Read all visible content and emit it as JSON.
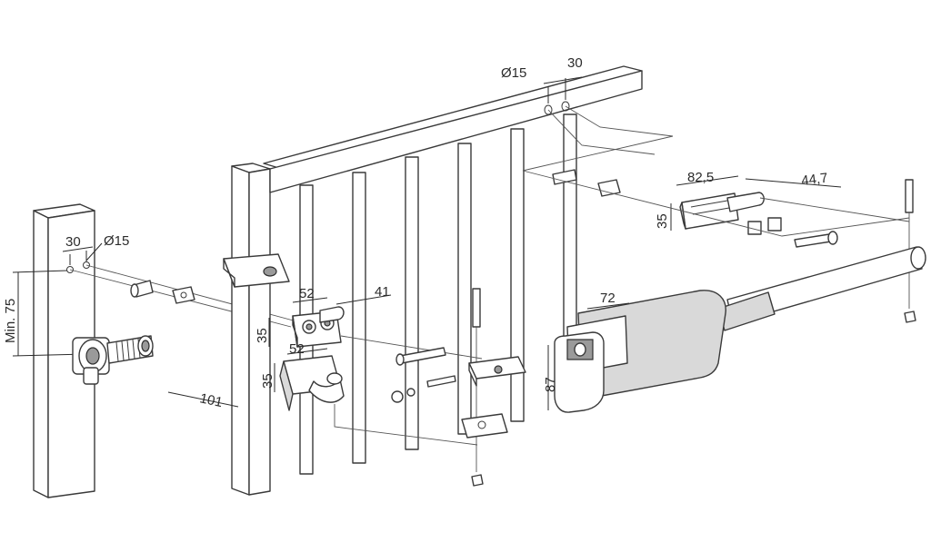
{
  "dimensions": {
    "post_hole_spacing": "30",
    "post_hole_diameter": "Ø15",
    "post_min_height": "Min. 75",
    "top_hole_diameter": "Ø15",
    "top_hole_spacing": "30",
    "upper_bracket_width": "52",
    "upper_bracket_depth": "41",
    "upper_bracket_height": "35",
    "lower_bracket_width": "52",
    "lower_bracket_height": "35",
    "lower_bracket_offset": "101",
    "rear_bracket_width": "82,5",
    "rear_bracket_offset": "44,7",
    "rear_bracket_height": "35",
    "motor_head_width": "72",
    "motor_head_height": "87"
  },
  "colors": {
    "line": "#3a3a3a",
    "motor_body": "#d9d9d9",
    "background": "#ffffff"
  },
  "icons": [
    "hinge-bolt-icon",
    "screw-icon",
    "nut-icon",
    "washer-icon"
  ]
}
